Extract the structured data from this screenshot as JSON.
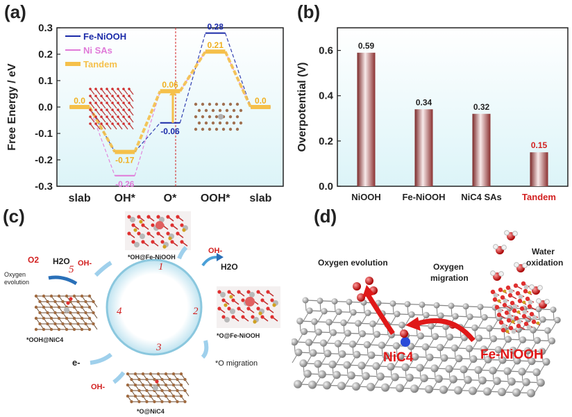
{
  "panels": {
    "a": "(a)",
    "b": "(b)",
    "c": "(c)",
    "d": "(d)"
  },
  "colors": {
    "fe": "#1a2aa8",
    "ni": "#e07ad8",
    "tandem": "#f5c04a",
    "bar": "#a04040",
    "red": "#d22020",
    "panel_bg": "#dcf4f8"
  },
  "chart_data": [
    {
      "type": "line",
      "panel": "a",
      "ylabel": "Free Energy / eV",
      "xlabel": "",
      "categories": [
        "slab",
        "OH*",
        "O*",
        "OOH*",
        "slab"
      ],
      "ylim": [
        -0.3,
        0.3
      ],
      "yticks": [
        "0.3",
        "0.2",
        "0.1",
        "0.0",
        "-0.1",
        "-0.2",
        "-0.3"
      ],
      "ytick_values": [
        0.3,
        0.2,
        0.1,
        0.0,
        -0.1,
        -0.2,
        -0.3
      ],
      "grid": false,
      "legend": "top-left",
      "series": [
        {
          "name": "Fe-NiOOH",
          "values": [
            0.0,
            -0.17,
            -0.06,
            0.28,
            0.0
          ],
          "color": "#1a2aa8",
          "labels": [
            "",
            "",
            "-0.06",
            "0.28",
            ""
          ]
        },
        {
          "name": "Ni SAs",
          "values": [
            0.0,
            -0.26,
            0.06,
            0.21,
            0.0
          ],
          "color": "#e07ad8",
          "labels": [
            "",
            "-0.26",
            "",
            "",
            ""
          ]
        },
        {
          "name": "Tandem",
          "values": [
            0.0,
            -0.17,
            0.06,
            0.21,
            0.0
          ],
          "color": "#f5c04a",
          "labels": [
            "0.0",
            "-0.17",
            "0.06",
            "0.21",
            "0.0"
          ]
        }
      ]
    },
    {
      "type": "bar",
      "panel": "b",
      "ylabel": "Overpotential (V)",
      "xlabel": "",
      "categories": [
        "NiOOH",
        "Fe-NiOOH",
        "NiC4 SAs",
        "Tandem"
      ],
      "values": [
        0.59,
        0.34,
        0.32,
        0.15
      ],
      "value_labels": [
        "0.59",
        "0.34",
        "0.32",
        "0.15"
      ],
      "ylim": [
        0.0,
        0.7
      ],
      "yticks": [
        "0.0",
        "0.2",
        "0.4",
        "0.6"
      ],
      "ytick_values": [
        0.0,
        0.2,
        0.4,
        0.6
      ],
      "grid": false
    }
  ],
  "panel_c": {
    "steps": [
      "1",
      "2",
      "3",
      "4",
      "5"
    ],
    "oh_labels": [
      "OH-",
      "OH-",
      "OH-"
    ],
    "h2o_labels": [
      "H2O",
      "H2O"
    ],
    "o2_label": "O2",
    "oxygen_evolution": [
      "Oxygen",
      "evolution"
    ],
    "electron": "e-",
    "states": {
      "oh_fe": "*OH@Fe-NiOOH",
      "o_fe": "*O@Fe-NiOOH",
      "o_nic4": "*O@NiC4",
      "ooh_nic4": "*OOH@NiC4",
      "o_migration": "*O migration"
    }
  },
  "panel_d": {
    "oxygen_evolution": "Oxygen evolution",
    "oxygen_migration": [
      "Oxygen",
      "migration"
    ],
    "water_oxidation": [
      "Water",
      "oxidation"
    ],
    "nic4": "NiC4",
    "fe_niooh": "Fe-NiOOH"
  }
}
